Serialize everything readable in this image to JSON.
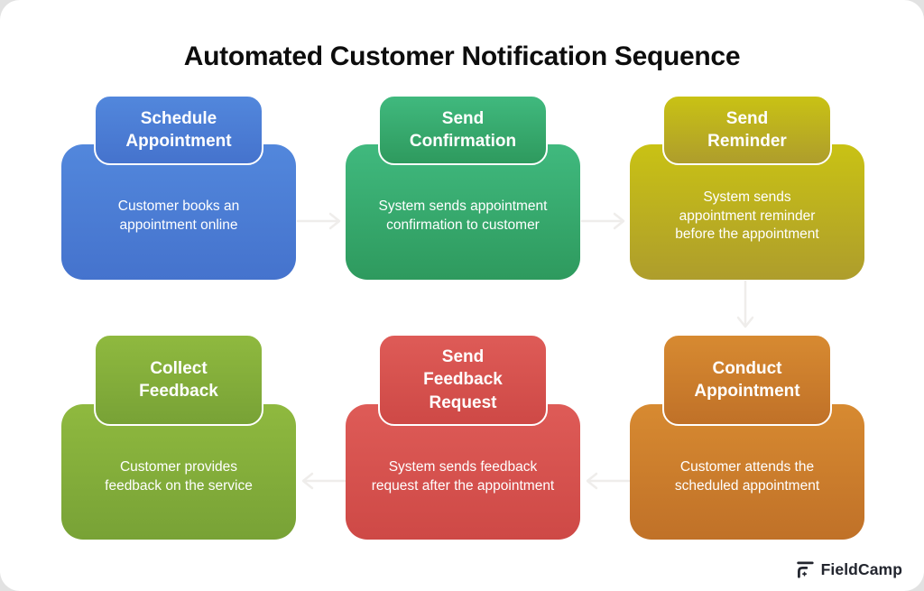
{
  "page": {
    "title": "Automated Customer Notification Sequence",
    "background_color": "#e2e2e2",
    "card_color": "#ffffff"
  },
  "diagram": {
    "arrow_color": "#efedeb",
    "steps": [
      {
        "title": "Schedule Appointment",
        "description": "Customer books an appointment online",
        "color_top": "#5287dc",
        "color_bottom": "#4573cd",
        "row": 1,
        "col": 1
      },
      {
        "title": "Send Confirmation",
        "description": "System sends appointment confirmation to customer",
        "color_top": "#40b97e",
        "color_bottom": "#2e9a5e",
        "row": 1,
        "col": 2
      },
      {
        "title": "Send Reminder",
        "description": "System sends appointment reminder before the appointment",
        "color_top": "#c9c214",
        "color_bottom": "#ae9d2c",
        "row": 1,
        "col": 3
      },
      {
        "title": "Collect Feedback",
        "description": "Customer provides feedback on the service",
        "color_top": "#8fb93f",
        "color_bottom": "#78a236",
        "row": 2,
        "col": 1
      },
      {
        "title": "Send Feedback Request",
        "description": "System sends feedback request after the appointment",
        "color_top": "#de5b57",
        "color_bottom": "#ce4946",
        "row": 2,
        "col": 2
      },
      {
        "title": "Conduct Appointment",
        "description": "Customer attends the scheduled appointment",
        "color_top": "#d78a31",
        "color_bottom": "#c07128",
        "row": 2,
        "col": 3
      }
    ],
    "flow_order": [
      "Schedule Appointment",
      "Send Confirmation",
      "Send Reminder",
      "Conduct Appointment",
      "Send Feedback Request",
      "Collect Feedback"
    ]
  },
  "footer": {
    "brand": "FieldCamp"
  }
}
